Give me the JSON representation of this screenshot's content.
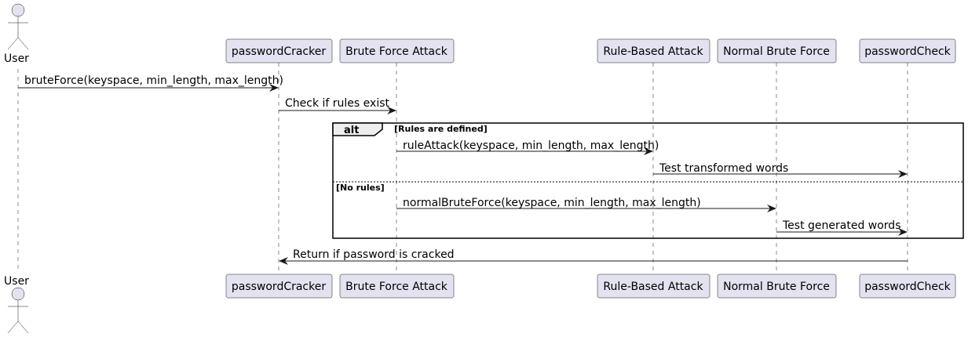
{
  "participants": [
    {
      "id": "user",
      "label": "User",
      "kind": "actor"
    },
    {
      "id": "passwordCracker",
      "label": "passwordCracker",
      "kind": "participant"
    },
    {
      "id": "bruteForceAttack",
      "label": "Brute Force Attack",
      "kind": "participant"
    },
    {
      "id": "ruleBasedAttack",
      "label": "Rule-Based Attack",
      "kind": "participant"
    },
    {
      "id": "normalBruteForce",
      "label": "Normal Brute Force",
      "kind": "participant"
    },
    {
      "id": "passwordCheck",
      "label": "passwordCheck",
      "kind": "participant"
    }
  ],
  "messages": [
    {
      "from": "user",
      "to": "passwordCracker",
      "label": "bruteForce(keyspace, min_length, max_length)"
    },
    {
      "from": "passwordCracker",
      "to": "bruteForceAttack",
      "label": "Check if rules exist"
    },
    {
      "from": "bruteForceAttack",
      "to": "ruleBasedAttack",
      "label": "ruleAttack(keyspace, min_length, max_length)"
    },
    {
      "from": "ruleBasedAttack",
      "to": "passwordCheck",
      "label": "Test transformed words"
    },
    {
      "from": "bruteForceAttack",
      "to": "normalBruteForce",
      "label": "normalBruteForce(keyspace, min_length, max_length)"
    },
    {
      "from": "normalBruteForce",
      "to": "passwordCheck",
      "label": "Test generated words"
    },
    {
      "from": "passwordCheck",
      "to": "passwordCracker",
      "label": "Return if password is cracked"
    }
  ],
  "alt_fragment": {
    "keyword": "alt",
    "branches": [
      {
        "guard": "[Rules are defined]"
      },
      {
        "guard": "[No rules]"
      }
    ]
  }
}
